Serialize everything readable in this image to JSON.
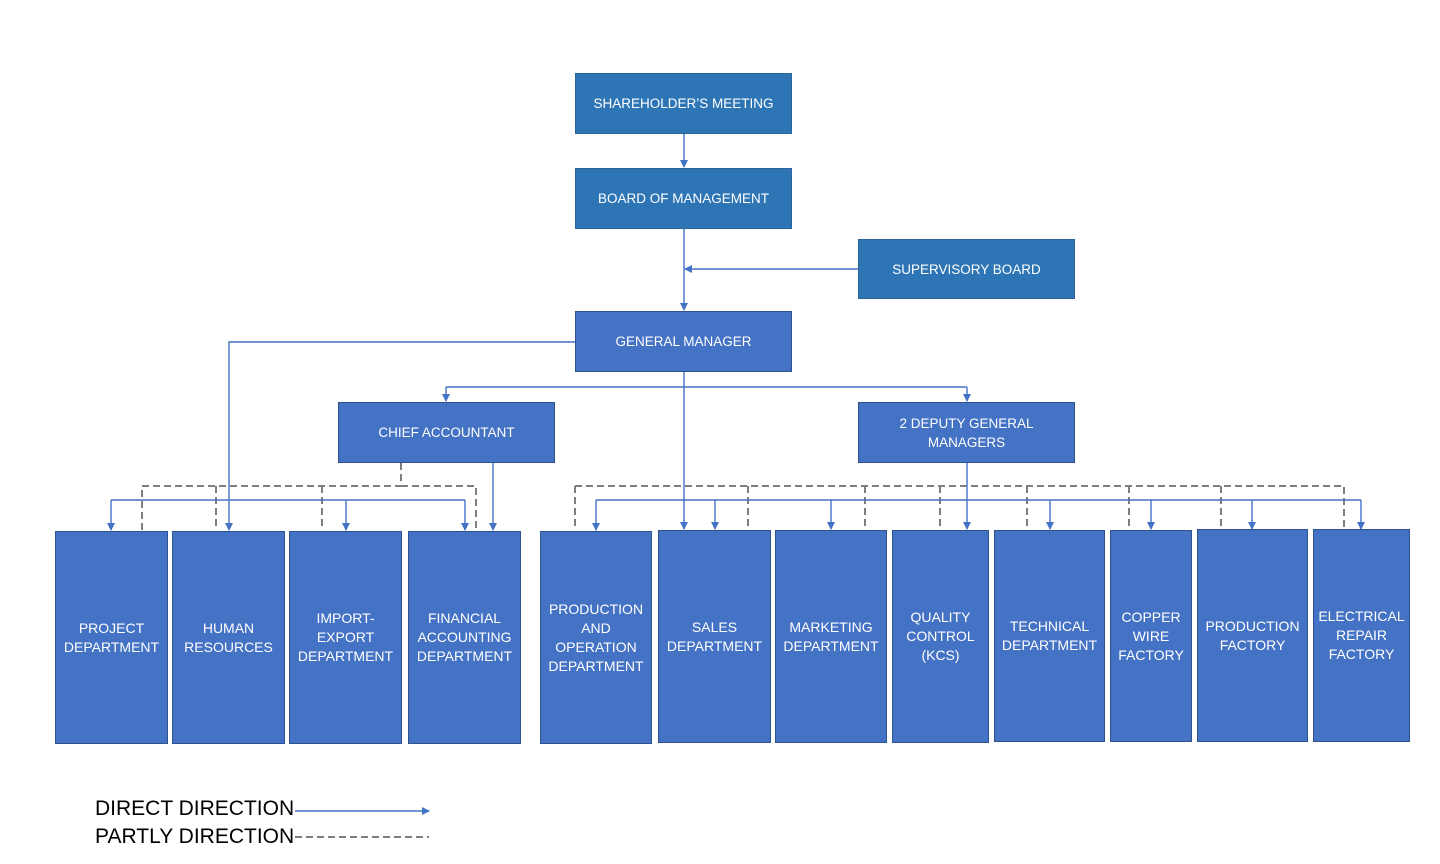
{
  "top": {
    "shareholders": "SHAREHOLDER’S MEETING",
    "board": "BOARD OF MANAGEMENT",
    "supervisory": "SUPERVISORY BOARD",
    "general_manager": "GENERAL MANAGER",
    "chief_accountant": "CHIEF ACCOUNTANT",
    "deputy": "2 DEPUTY GENERAL MANAGERS"
  },
  "departments": [
    "PROJECT DEPARTMENT",
    "HUMAN RESOURCES",
    "IMPORT-EXPORT DEPARTMENT",
    "FINANCIAL ACCOUNTING DEPARTMENT",
    "PRODUCTION AND OPERATION DEPARTMENT",
    "SALES DEPARTMENT",
    "MARKETING DEPARTMENT",
    "QUALITY CONTROL (KCS)",
    "TECHNICAL DEPARTMENT",
    "COPPER WIRE FACTORY",
    "PRODUCTION FACTORY",
    "ELECTRICAL REPAIR FACTORY"
  ],
  "legend": {
    "direct": "DIRECT DIRECTION",
    "partly": "PARTLY DIRECTION"
  },
  "colors": {
    "dark_box": "#2e75b6",
    "box": "#4472c4",
    "solid_line": "#4472c4",
    "dashed_line": "#7f7f7f"
  }
}
